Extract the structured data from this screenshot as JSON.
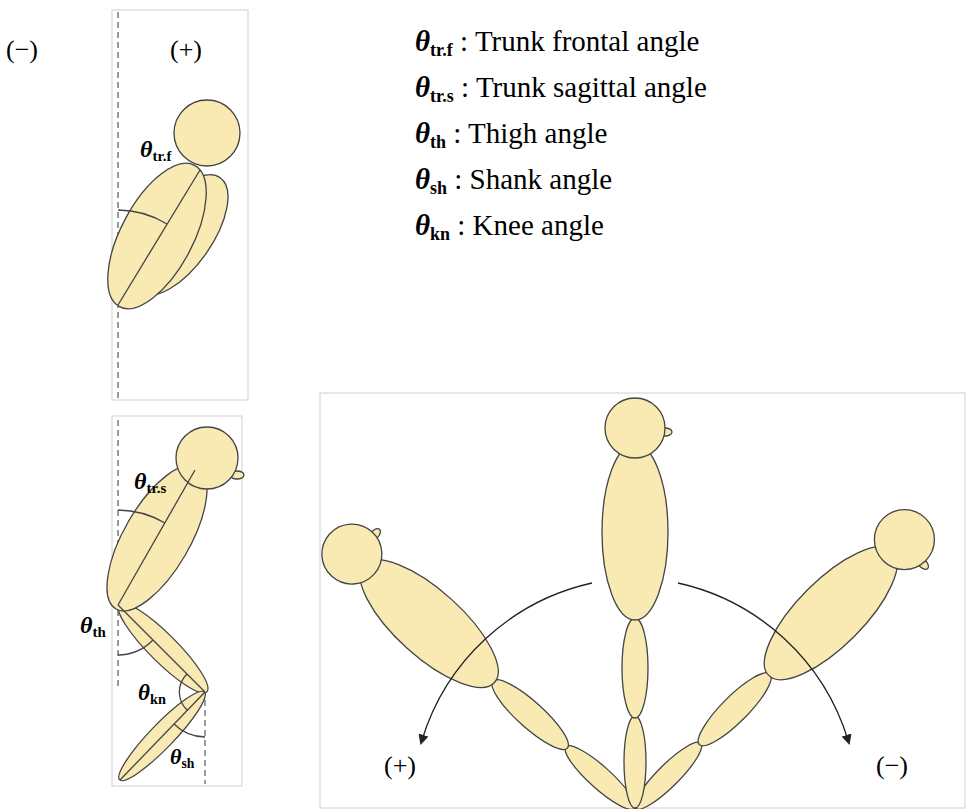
{
  "diagram": {
    "labels": [
      "(−)",
      "(+)",
      "θtr.f",
      "θtr.f : Trunk frontal angle",
      "θtr.s : Trunk sagittal angle",
      "θth : Thigh angle",
      "θsh : Shank angle",
      "θkn : Knee angle",
      "θtr.s",
      "θth",
      "θkn",
      "θsh",
      "(+)",
      "(−)"
    ]
  }
}
